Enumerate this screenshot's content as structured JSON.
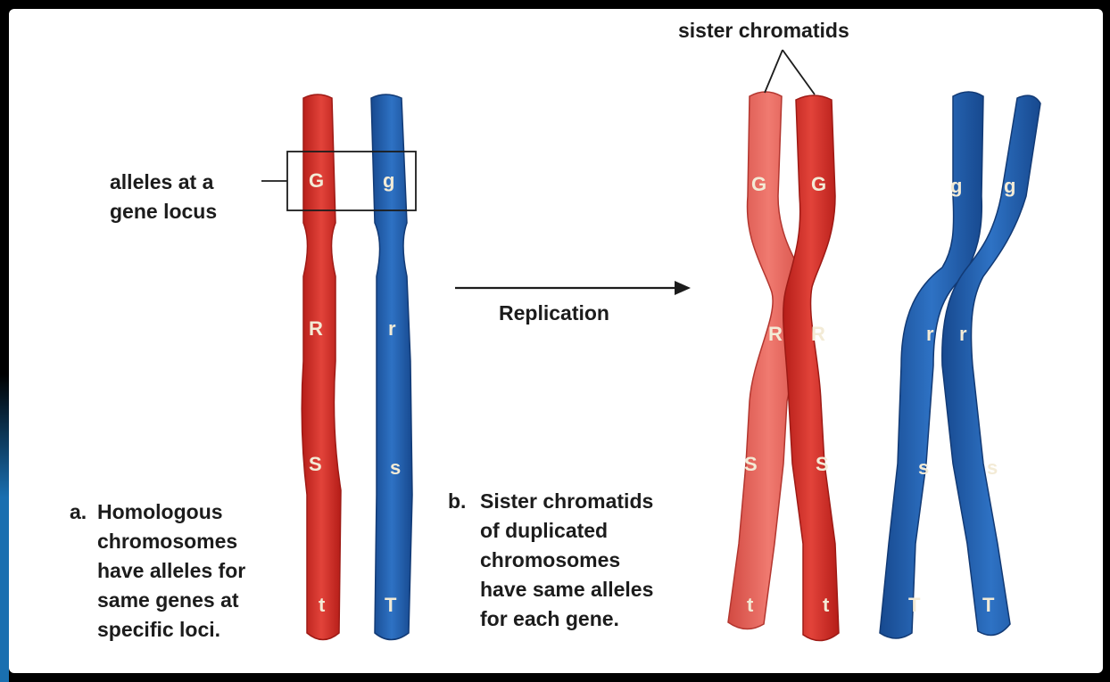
{
  "labels": {
    "sister_chromatids": "sister chromatids",
    "alleles_locus": [
      "alleles at a",
      "gene locus"
    ],
    "replication": "Replication",
    "caption_a": {
      "marker": "a.",
      "lines": [
        "Homologous",
        "chromosomes",
        "have alleles for",
        "same genes at",
        "specific loci."
      ]
    },
    "caption_b": {
      "marker": "b.",
      "lines": [
        "Sister chromatids",
        "of duplicated",
        "chromosomes",
        "have same alleles",
        "for each gene."
      ]
    }
  },
  "chromosomes": {
    "homologous_pair": {
      "red": [
        "G",
        "R",
        "S",
        "t"
      ],
      "blue": [
        "g",
        "r",
        "s",
        "T"
      ]
    },
    "duplicated_red": {
      "left": [
        "G",
        "R",
        "S",
        "t"
      ],
      "right": [
        "G",
        "R",
        "S",
        "t"
      ]
    },
    "duplicated_blue": {
      "left": [
        "g",
        "r",
        "s",
        "T"
      ],
      "right": [
        "g",
        "r",
        "s",
        "T"
      ]
    }
  },
  "colors": {
    "red_chromosome": "#d9302a",
    "blue_chromosome": "#1f5fb0",
    "text": "#1c1c1c",
    "allele_text": "#f3ebd6"
  }
}
